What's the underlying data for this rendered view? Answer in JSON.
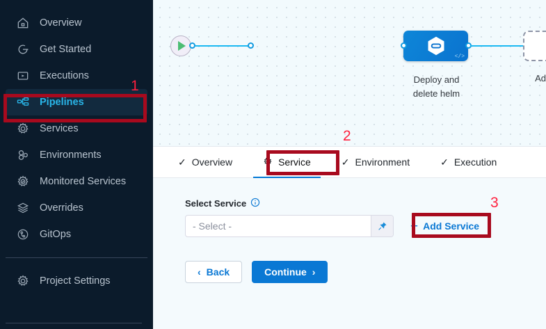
{
  "sidebar": {
    "items": [
      {
        "label": "Overview",
        "icon": "home-icon",
        "active": false
      },
      {
        "label": "Get Started",
        "icon": "get-started-icon",
        "active": false
      },
      {
        "label": "Executions",
        "icon": "executions-icon",
        "active": false
      },
      {
        "label": "Pipelines",
        "icon": "pipelines-icon",
        "active": true
      },
      {
        "label": "Services",
        "icon": "gear-icon",
        "active": false
      },
      {
        "label": "Environments",
        "icon": "environments-icon",
        "active": false
      },
      {
        "label": "Monitored Services",
        "icon": "monitored-services-icon",
        "active": false
      },
      {
        "label": "Overrides",
        "icon": "layers-icon",
        "active": false
      },
      {
        "label": "GitOps",
        "icon": "gitops-icon",
        "active": false
      }
    ],
    "footer": {
      "label": "Project Settings",
      "icon": "gear-icon"
    },
    "active_color": "#29b5e8",
    "background_color": "#0b1b2b"
  },
  "canvas": {
    "start_node": "play-icon",
    "end_node": "stop-icon",
    "stage": {
      "name": "Deploy and\ndelete helm",
      "name_line1": "Deploy and",
      "name_line2": "delete helm",
      "icon": "harness-hexagon-icon",
      "badge": "</>",
      "color": "#0a73cf"
    },
    "add_stage": {
      "label": "Add Stage",
      "icon": "plus-icon"
    },
    "edge_color": "#1bb9f2"
  },
  "tabs": [
    {
      "label": "Overview",
      "icon": "check-icon",
      "active": false
    },
    {
      "label": "Service",
      "icon": "gear-icon",
      "active": true
    },
    {
      "label": "Environment",
      "icon": "check-icon",
      "active": false
    },
    {
      "label": "Execution",
      "icon": "check-icon",
      "active": false
    }
  ],
  "form": {
    "select_service_label": "Select Service",
    "info_icon": "info-icon",
    "select_placeholder": "- Select -",
    "select_value": "",
    "pin_icon": "pin-icon",
    "add_service_label": "Add Service",
    "add_service_plus": "+",
    "back_label": "Back",
    "back_chevron": "‹",
    "continue_label": "Continue",
    "continue_chevron": "›"
  },
  "annotations": [
    {
      "number": "1",
      "target": "sidebar-item-pipelines"
    },
    {
      "number": "2",
      "target": "tab-service"
    },
    {
      "number": "3",
      "target": "add-service-button"
    }
  ],
  "colors": {
    "annotation_box": "#a80a1e",
    "annotation_number": "#ff1f3d",
    "primary_blue": "#0a78d4"
  }
}
